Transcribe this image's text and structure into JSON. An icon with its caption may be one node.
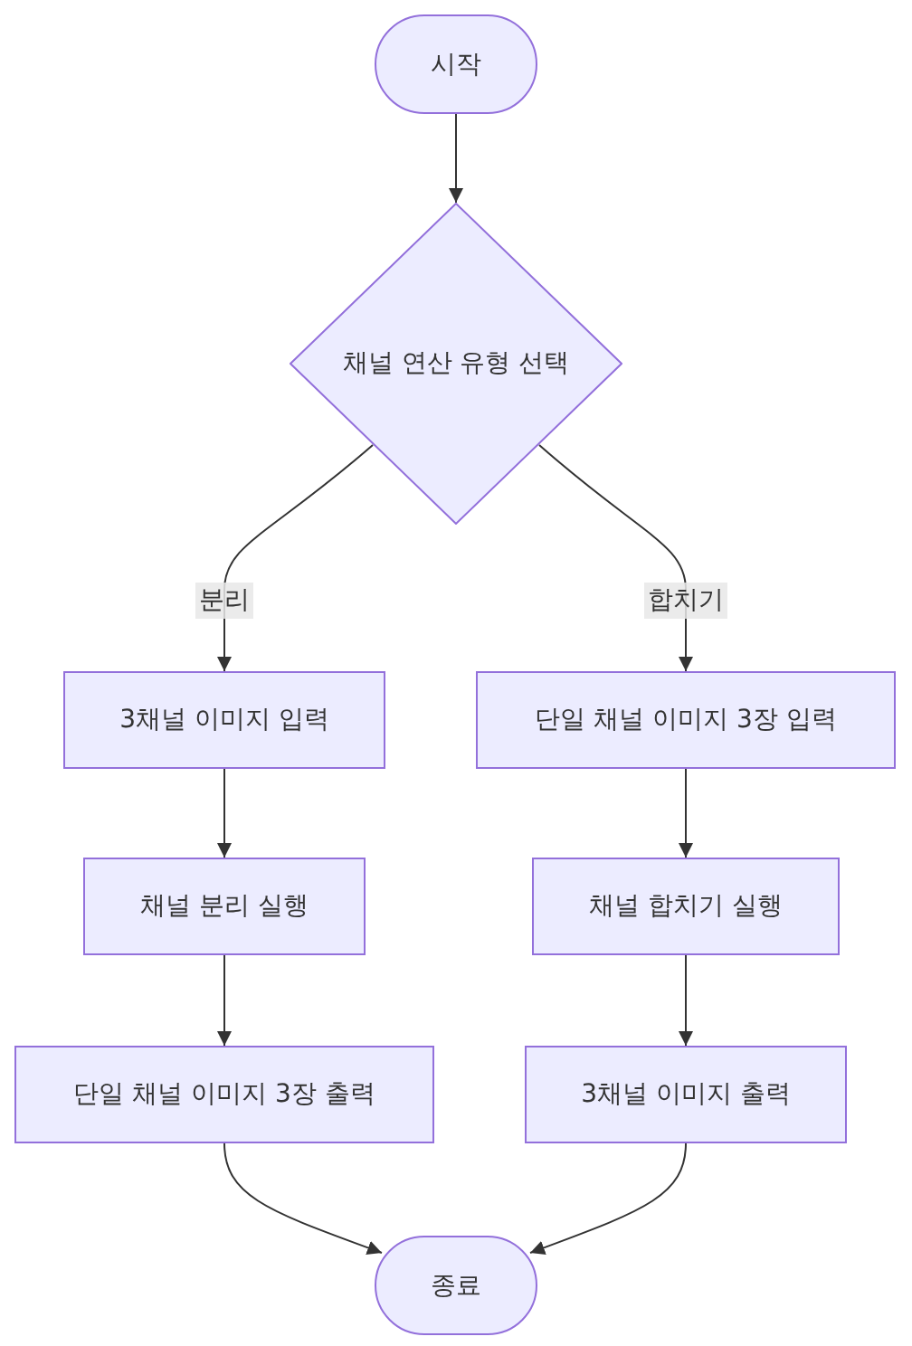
{
  "diagram": {
    "nodes": [
      {
        "text": [
          "시작"
        ]
      },
      {
        "text": [
          "채널 연산 유형 선택"
        ]
      },
      {
        "text": [
          "3채널 이미지 입력"
        ]
      },
      {
        "text": [
          "채널 분리 실행"
        ]
      },
      {
        "text": [
          "단일 채널 이미지 3장 출력"
        ]
      },
      {
        "text": [
          "단일 채널 이미지 3장 입력"
        ]
      },
      {
        "text": [
          "채널 합치기 실행"
        ]
      },
      {
        "text": [
          "3채널 이미지 출력"
        ]
      },
      {
        "text": [
          "종료"
        ]
      }
    ],
    "edges": [
      {
        "from": 0,
        "to": 1,
        "arrow": "to"
      },
      {
        "from": 1,
        "to": 2,
        "arrow": "to",
        "label": "분리"
      },
      {
        "from": 2,
        "to": 3,
        "arrow": "to"
      },
      {
        "from": 3,
        "to": 4,
        "arrow": "to"
      },
      {
        "from": 1,
        "to": 5,
        "arrow": "to",
        "label": "합치기"
      },
      {
        "from": 5,
        "to": 6,
        "arrow": "to"
      },
      {
        "from": 6,
        "to": 7,
        "arrow": "to"
      },
      {
        "from": 4,
        "to": 8,
        "arrow": "to"
      },
      {
        "from": 7,
        "to": 8,
        "arrow": "to"
      }
    ]
  }
}
